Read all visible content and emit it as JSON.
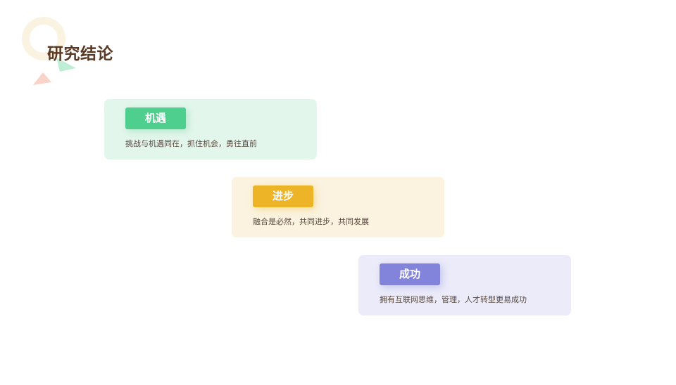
{
  "title": "研究结论",
  "colors": {
    "title": "#5a3a24",
    "green": "#4fcf8d",
    "yellow": "#ecb426",
    "purple": "#8284dc"
  },
  "cards": [
    {
      "tag": "机遇",
      "text": "挑战与机遇同在，抓住机会，勇往直前"
    },
    {
      "tag": "进步",
      "text": "融合是必然，共同进步，共同发展"
    },
    {
      "tag": "成功",
      "text": "拥有互联网思维，管理，人才转型更易成功"
    }
  ]
}
